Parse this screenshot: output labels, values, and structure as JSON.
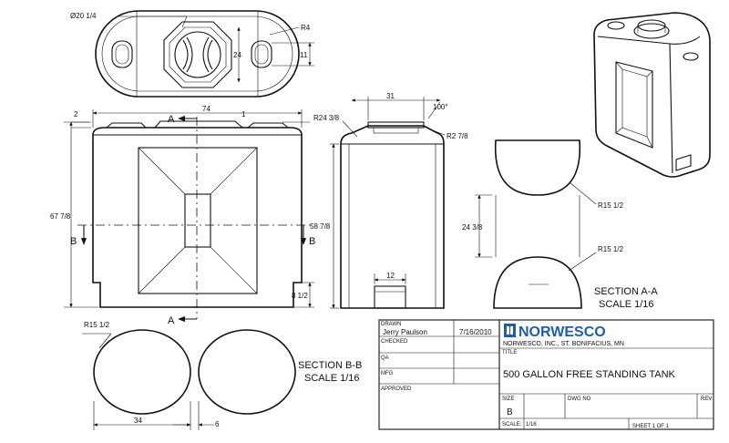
{
  "dimensions": {
    "top_diameter": "Ø20 1/4",
    "top_radius": "R4",
    "top_24": "24",
    "top_11": "11",
    "front_74": "74",
    "front_2": "2",
    "front_1": "1",
    "front_height": "67 7/8",
    "front_base": "8 1/2",
    "side_31": "31",
    "side_angle": "100°",
    "side_r24": "R24 3/8",
    "side_r2": "R2 7/8",
    "side_height": "58 7/8",
    "side_12": "12",
    "secA_r1": "R15 1/2",
    "secA_r2": "R15 1/2",
    "secA_24": "24 3/8",
    "secB_r": "R15 1/2",
    "secB_34": "34",
    "secB_6": "6"
  },
  "section_marks": {
    "a": "A",
    "b": "B"
  },
  "section_a": {
    "title": "SECTION A-A",
    "scale": "SCALE 1/16"
  },
  "section_b": {
    "title": "SECTION B-B",
    "scale": "SCALE 1/16"
  },
  "title_block": {
    "drawn_label": "DRAWN",
    "drawn_name": "Jerry Paulson",
    "drawn_date": "7/16/2010",
    "checked_label": "CHECKED",
    "qa_label": "QA",
    "mfg_label": "MFG",
    "approved_label": "APPROVED",
    "company_logo": "NORWESCO",
    "company_address": "NORWESCO, INC., ST. BONIFACIUS, MN",
    "title_label": "TITLE",
    "title": "500 GALLON FREE STANDING TANK",
    "size_label": "SIZE",
    "size": "B",
    "dwg_label": "DWG NO",
    "rev_label": "REV",
    "scale_label": "SCALE:",
    "scale": "1/16",
    "sheet_label": "SHEET 1  OF 1"
  },
  "colors": {
    "line": "#111111",
    "logo": "#1f5fa8",
    "paper": "#ffffff"
  }
}
